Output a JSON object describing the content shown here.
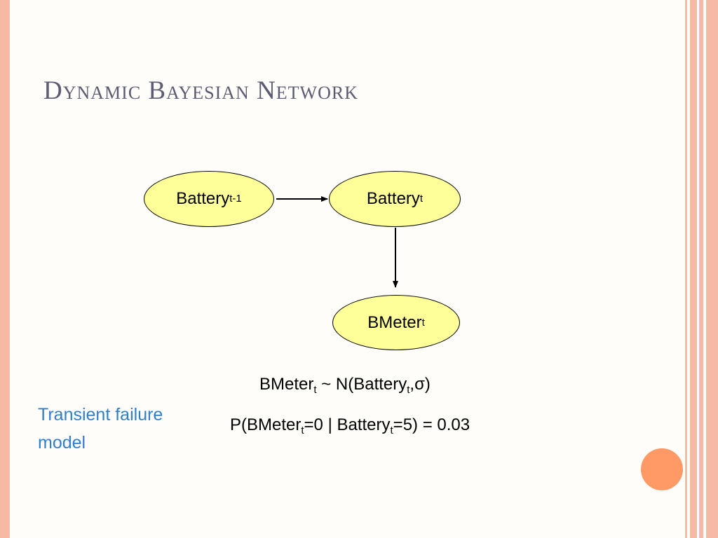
{
  "slide": {
    "title": "Dynamic Bayesian Network",
    "note": "Transient failure model"
  },
  "nodes": {
    "prev": {
      "name": "Battery",
      "subscript": "t-1"
    },
    "curr": {
      "name": "Battery",
      "subscript": "t"
    },
    "meter": {
      "name": "BMeter",
      "subscript": "t"
    }
  },
  "edges": [
    {
      "from": "Battery t-1",
      "to": "Battery t"
    },
    {
      "from": "Battery t",
      "to": "BMeter t"
    }
  ],
  "equations": {
    "eq1": {
      "a": "BMeter",
      "a_sub": "t",
      "b": " ~ N(Battery",
      "b_sub": "t",
      "c": ",σ)"
    },
    "eq2": {
      "a": "P(BMeter",
      "a_sub": "t",
      "b": "=0 | Battery",
      "b_sub": "t",
      "c": "=5) = 0.03"
    }
  },
  "colors": {
    "node_fill": "#ffff99",
    "title_text": "#5b5b72",
    "note_text": "#2f7fcf",
    "accent_circle": "#ff9a66",
    "border_stripes": "#f6b9a4"
  }
}
